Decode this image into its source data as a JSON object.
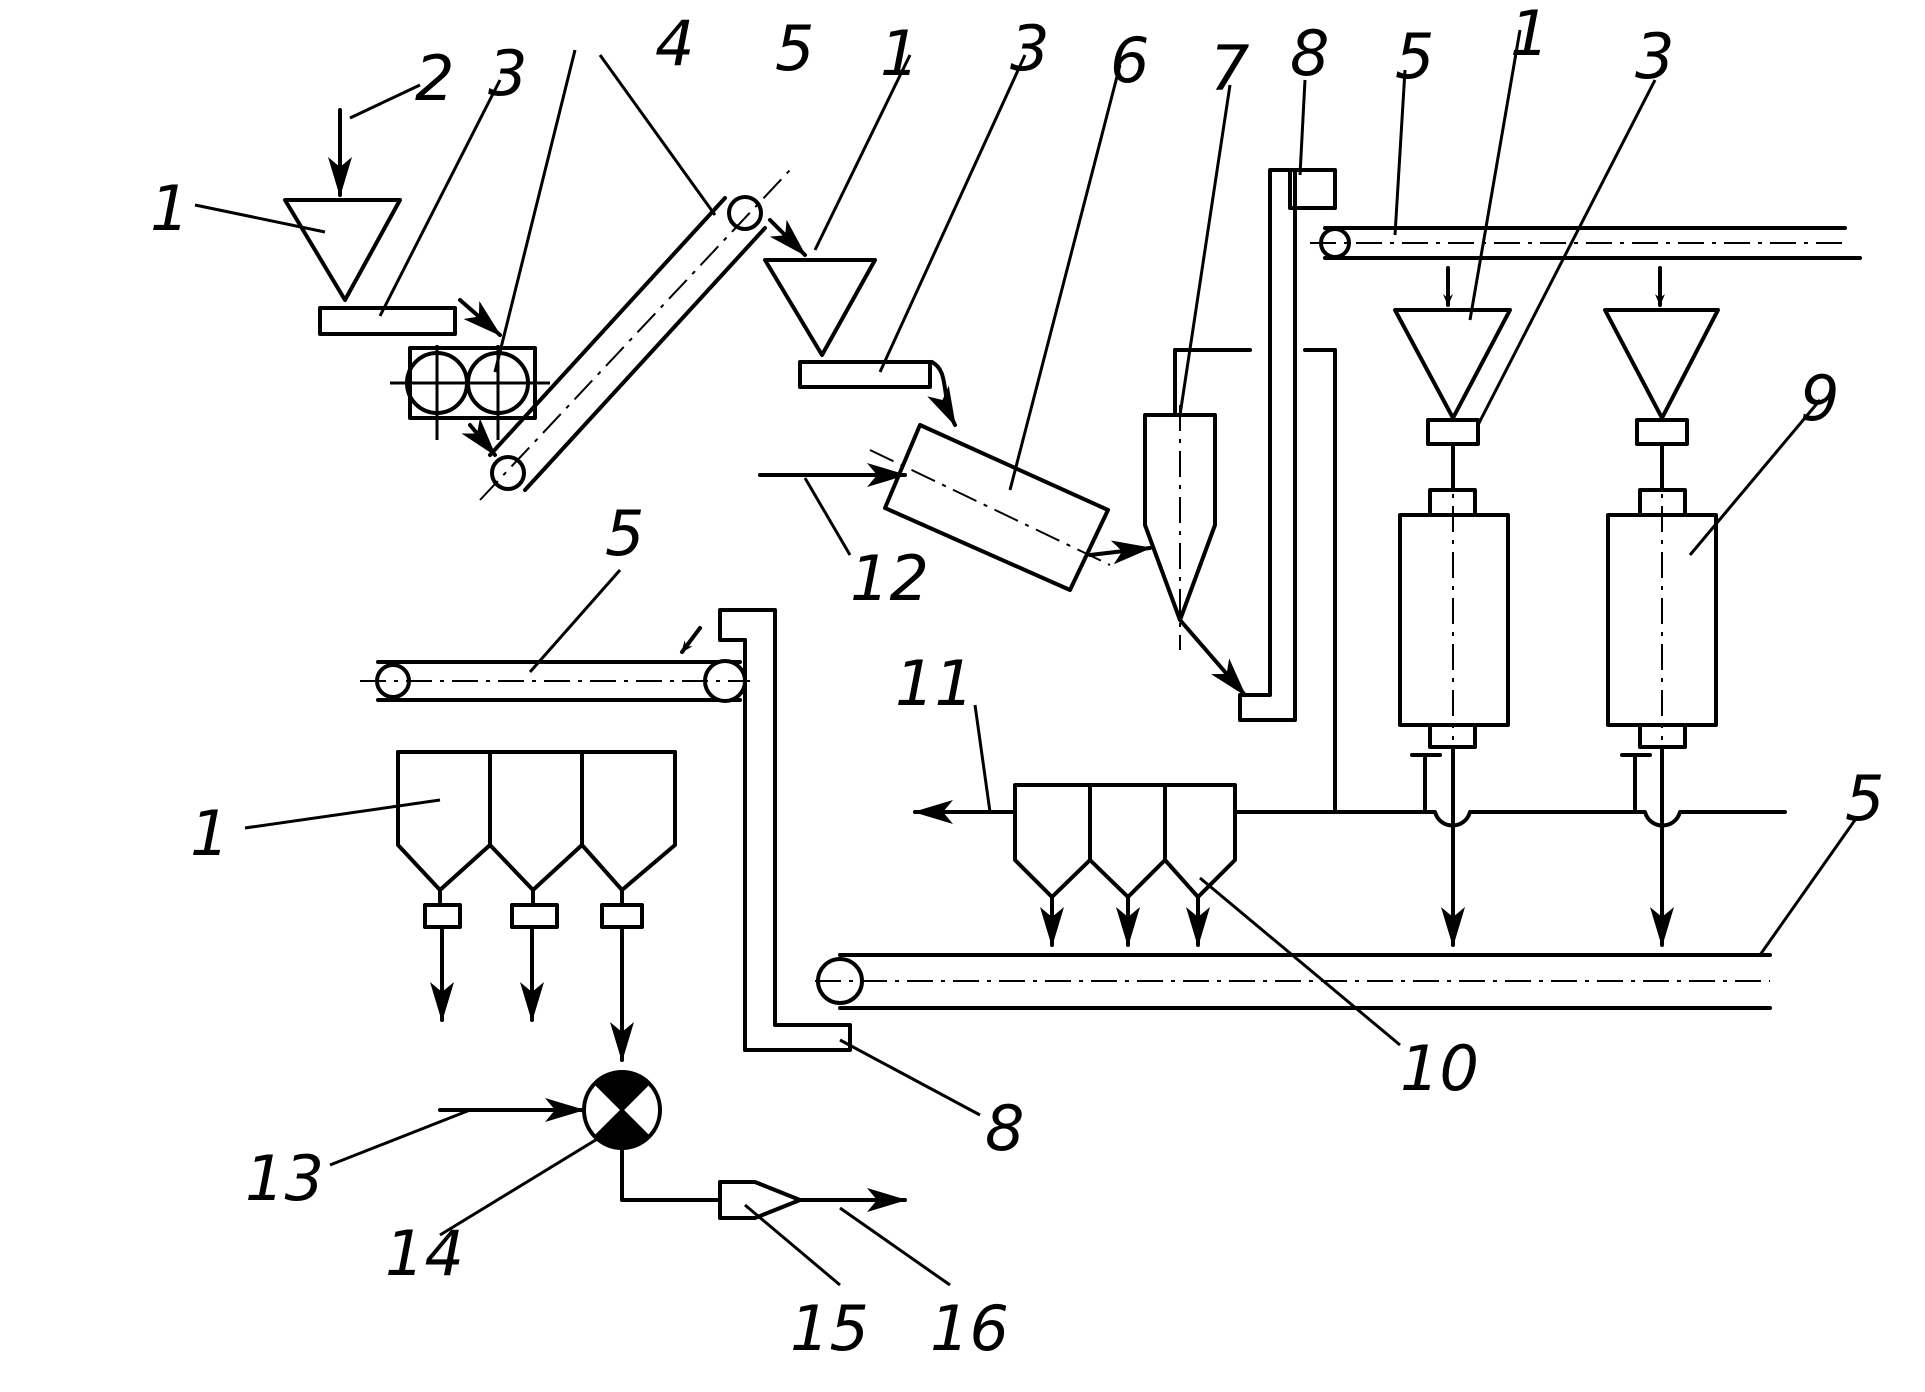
{
  "labels": {
    "l1_top_left": "1",
    "l2": "2",
    "l3_top_left": "3",
    "l4": "4",
    "l5_top_incline": "5",
    "l1_top_mid": "1",
    "l3_top_mid": "3",
    "l6": "6",
    "l7": "7",
    "l8_top": "8",
    "l5_top_right": "5",
    "l1_top_right": "1",
    "l3_top_right": "3",
    "l9": "9",
    "l12": "12",
    "l5_mid_left": "5",
    "l11": "11",
    "l5_right": "5",
    "l1_bottom_left": "1",
    "l10": "10",
    "l8_bottom": "8",
    "l13": "13",
    "l14": "14",
    "l15": "15",
    "l16": "16"
  }
}
